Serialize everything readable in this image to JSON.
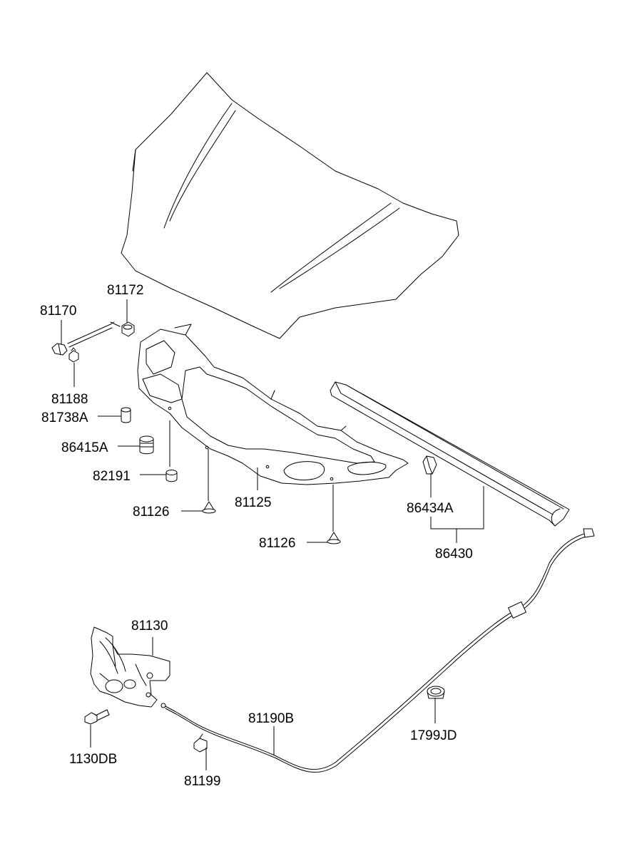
{
  "labels": {
    "p81172": "81172",
    "p81170": "81170",
    "p81188": "81188",
    "p81738A": "81738A",
    "p86415A": "86415A",
    "p82191": "82191",
    "p81126_left": "81126",
    "p81125": "81125",
    "p81126_right": "81126",
    "p86434A": "86434A",
    "p86430": "86430",
    "p81130": "81130",
    "p1130DB": "1130DB",
    "p81190B": "81190B",
    "p1799JD": "1799JD",
    "p81199": "81199"
  },
  "colors": {
    "line": "#000000",
    "background": "#ffffff"
  }
}
